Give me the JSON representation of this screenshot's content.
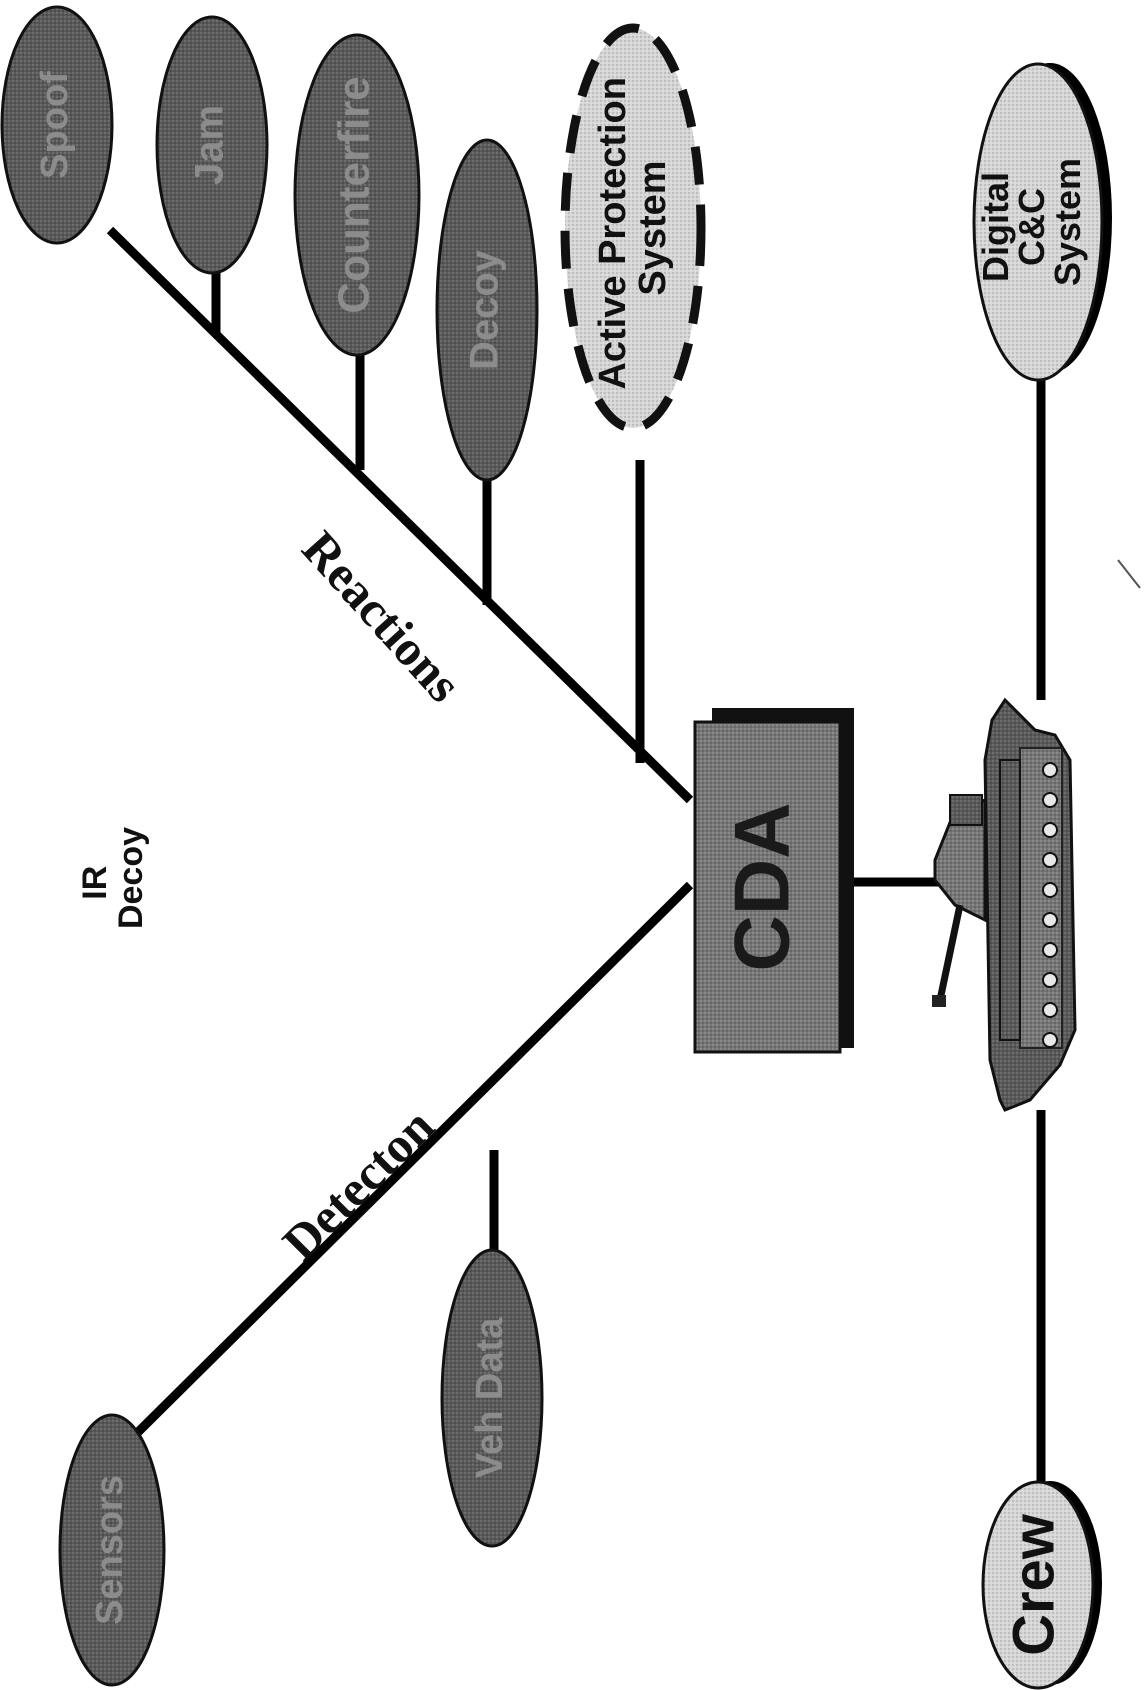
{
  "diagram": {
    "center": "CDA",
    "free_label": [
      "IR",
      "Decoy"
    ],
    "branches": {
      "reactions": {
        "label": "Reactions",
        "nodes": [
          "Spoof",
          "Jam",
          "Counterfire",
          "Decoy"
        ],
        "highlight": [
          "Active Protection",
          "System"
        ]
      },
      "detection": {
        "label": "Detecton",
        "nodes": [
          "Sensors",
          "Veh Data"
        ]
      },
      "crew": "Crew",
      "c2": [
        "Digital",
        "C&C",
        "System"
      ]
    },
    "vehicle_icon": "tank-icon",
    "colors": {
      "dark_node": "#555555",
      "light_node": "#d8d8d8",
      "line": "#000000",
      "box": "#4a4a4a"
    }
  }
}
